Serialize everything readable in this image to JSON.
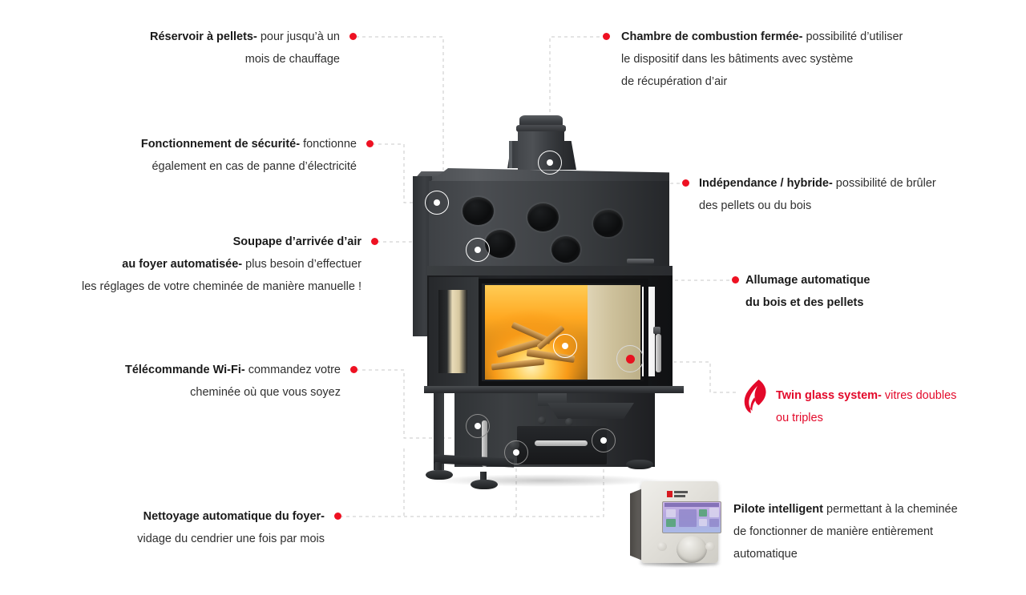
{
  "meta": {
    "accent_red": "#ee1122",
    "text_color": "#2f2f2f",
    "line_color": "#c9c9c9"
  },
  "callouts": [
    {
      "id": "reservoir-pellets",
      "align": "right",
      "color": "dark",
      "lines": [
        {
          "bold": "Réservoir à pellets-",
          "rest": " pour jusqu’à un"
        },
        {
          "bold": "",
          "rest": "mois de chauffage"
        }
      ]
    },
    {
      "id": "chambre-combustion",
      "align": "left",
      "color": "dark",
      "lines": [
        {
          "bold": "Chambre de combustion fermée-",
          "rest": " possibilité d’utiliser"
        },
        {
          "bold": "",
          "rest": "le dispositif dans les bâtiments avec système"
        },
        {
          "bold": "",
          "rest": "de récupération d’air"
        }
      ]
    },
    {
      "id": "fonctionnement-securite",
      "align": "right",
      "color": "dark",
      "lines": [
        {
          "bold": "Fonctionnement de sécurité-",
          "rest": " fonctionne"
        },
        {
          "bold": "",
          "rest": "également en cas de panne d’électricité"
        }
      ]
    },
    {
      "id": "independance-hybride",
      "align": "left",
      "color": "dark",
      "lines": [
        {
          "bold": "Indépendance / hybride-",
          "rest": " possibilité de brûler"
        },
        {
          "bold": "",
          "rest": "des pellets ou du bois"
        }
      ]
    },
    {
      "id": "soupape-arrivee-air",
      "align": "right",
      "color": "dark",
      "lines": [
        {
          "bold": "Soupape d’arrivée d’air",
          "rest": ""
        },
        {
          "bold": "au foyer automatisée-",
          "rest": " plus besoin d’effectuer"
        },
        {
          "bold": "",
          "rest": "les réglages de votre cheminée de manière manuelle !"
        }
      ]
    },
    {
      "id": "allumage-automatique",
      "align": "left",
      "color": "dark",
      "lines": [
        {
          "bold": "Allumage automatique",
          "rest": ""
        },
        {
          "bold": "du bois et des pellets",
          "rest": ""
        }
      ]
    },
    {
      "id": "telecommande-wifi",
      "align": "right",
      "color": "dark",
      "lines": [
        {
          "bold": "Télécommande Wi-Fi-",
          "rest": " commandez votre"
        },
        {
          "bold": "",
          "rest": "cheminée où que vous soyez"
        }
      ]
    },
    {
      "id": "twin-glass-system",
      "align": "left",
      "color": "red",
      "lines": [
        {
          "bold": "Twin glass system-",
          "rest": " vitres doubles"
        },
        {
          "bold": "",
          "rest": "ou triples"
        }
      ]
    },
    {
      "id": "nettoyage-automatique",
      "align": "right",
      "color": "dark",
      "lines": [
        {
          "bold": "Nettoyage automatique du foyer-",
          "rest": ""
        },
        {
          "bold": "",
          "rest": "vidage du cendrier une fois par mois"
        }
      ]
    },
    {
      "id": "pilote-intelligent",
      "align": "left",
      "color": "dark",
      "lines": [
        {
          "bold": "Pilote intelligent",
          "rest": " permettant à la cheminée"
        },
        {
          "bold": "",
          "rest": "de fonctionner de manière entièrement"
        },
        {
          "bold": "",
          "rest": "automatique"
        }
      ]
    }
  ],
  "icons": {
    "flame": "flame-icon",
    "hotspot": "hotspot-marker-icon",
    "bullet": "red-bullet-dot-icon"
  },
  "product": {
    "name": "pellet-wood-fireplace-insert",
    "hotspots": [
      "flue-hotspot",
      "hopper-left-hotspot",
      "hopper-body-hotspot",
      "firebox-glass-hotspot",
      "twin-glass-hotspot",
      "pedestal-left-hotspot",
      "ash-pan-hotspot",
      "ash-door-right-hotspot"
    ]
  },
  "controller": {
    "name": "smart-controller-device"
  }
}
